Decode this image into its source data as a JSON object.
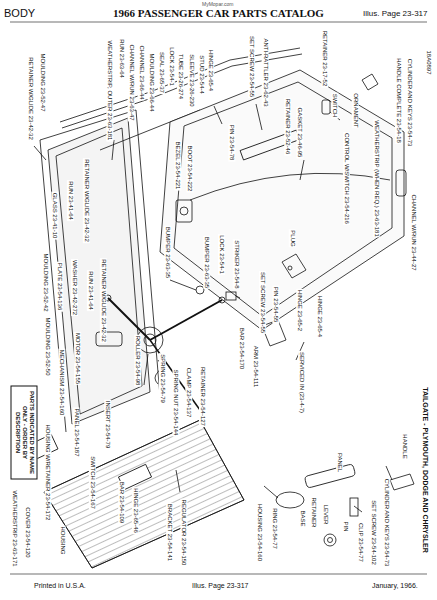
{
  "diagram": {
    "title": "1966 PASSENGER CAR PARTS CATALOG",
    "nodes": [
      {
        "text": [
          "PARTS INDICATED BY NAME ONLY - ORDER BY DESCRIPTION"
        ]
      }
    ],
    "labels": [
      "BODY",
      "Illus. Page 23-317",
      "MyMopar.com",
      "Printed in U.S.A.",
      "Illus. Page 23-317",
      "January, 1966.",
      "RETAINER W/GLIDE 23-42-32",
      "MOULDING 23-52-47",
      "GLASS 23-41-10",
      "RUN 23-41-64",
      "RETAINER W/GLIDE 23-42-32",
      "WEATHERSTRIP, OUTER 23-63-181",
      "RUN 23-63-64",
      "CHANNEL W/RUN 23-63-47",
      "CHANNEL 23-66-44",
      "MOULDING 23-66-44",
      "SEAL 23-65-37",
      "LOCK 23-54-1",
      "TUBE 23-26-274",
      "SLEEVE 23-26-230",
      "STUD 23-54-4",
      "HINGE 23-65-4",
      "BEZEL 23-54-221",
      "BOOT 23-54-222",
      "PIN 23-54-78",
      "SET SCREW 23-54-55",
      "ANTI-RATTLER 23-62-43",
      "RETAINER 23-52-46",
      "GASKET 23-46-95",
      "SWITCH",
      "ORNAMENT",
      "CONTROL W/SWITCH 23-54-216",
      "WEATHERSTRIP (WHEN REQ.) 23-63-181",
      "HANDLE COMPLETE 23-54-18",
      "CYLINDER AND KEYS 23-54-73",
      "CHANNEL W/RUN 23-44-27",
      "RETAINER 23-17-52",
      "18A0897",
      "MOULDING 23-52-42",
      "PLATE 23-54-136",
      "WASHER 23-42-272",
      "RUN 23-41-64",
      "RETAINER W/GLIDE 23-42-32",
      "MOULDING 23-52-50",
      "MECHANISM 23-54-160",
      "MOTOR 23-54-155",
      "ROLLER 23-54-98",
      "SPRING 23-54-79",
      "SPRING NUT 23-54-144",
      "CLAMP 23-54-137",
      "RETAINER 23-54-127",
      "BUMPER 23-63-35",
      "BUMPER 23-63-35",
      "LOCK 23-54-1",
      "STRIKER 23-54-8",
      "PLUG",
      "SET SCREW 23-54-55",
      "PIN 23-54-55",
      "HINGE 23-65-2",
      "BAR 23-54-170",
      "ARM 23-54-111",
      "SERVICED IN (23-4-7)",
      "HINGE 23-65-4",
      "WEATHERSTRIP 23-63-171",
      "COVER 23-54-120",
      "HOUSING W/RETAINER 23-54-172",
      "HOUSING",
      "PANEL 23-54-187",
      "SWITCH 23-54-167",
      "BAR 23-54-109",
      "HINGE 23-65-46",
      "INSERT 23-54-79",
      "BRACKET 23-54-141",
      "REGULATOR 23-54-150",
      "HOUSING 23-54-160",
      "RING 23-54-77",
      "BASE",
      "RETAINER",
      "LEVER",
      "PIN",
      "CLIP 23-54-77",
      "SET SCREW 23-54-102",
      "CYLINDER AND KEYS 23-54-73",
      "HANDLE",
      "PANEL",
      "TAILGATE - PLYMOUTH, DODGE AND CHRYSLER"
    ]
  }
}
